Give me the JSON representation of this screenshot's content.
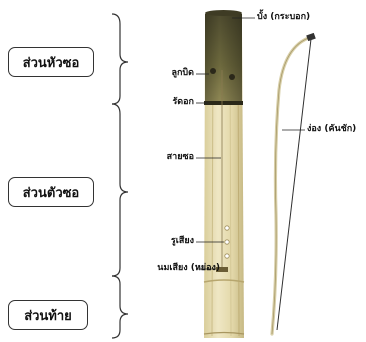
{
  "sections": {
    "head": "ส่วนหัวซอ",
    "body": "ส่วนตัวซอ",
    "tail": "ส่วนท้าย"
  },
  "parts": {
    "membrane": "บั้ง (กระบอก)",
    "tuning_peg": "ลูกบิด",
    "tie": "รัดอก",
    "string": "สายซอ",
    "sound_hole": "รูเสียง",
    "bridge": "นมเสียง (หย่อง)",
    "bow": "ง่อง (คันชัก)"
  },
  "colors": {
    "bamboo": "#e6dcb0",
    "bamboo_dark": "#c9bb88",
    "head_top": "#4d4a2e",
    "head_bottom": "#8a8450"
  }
}
